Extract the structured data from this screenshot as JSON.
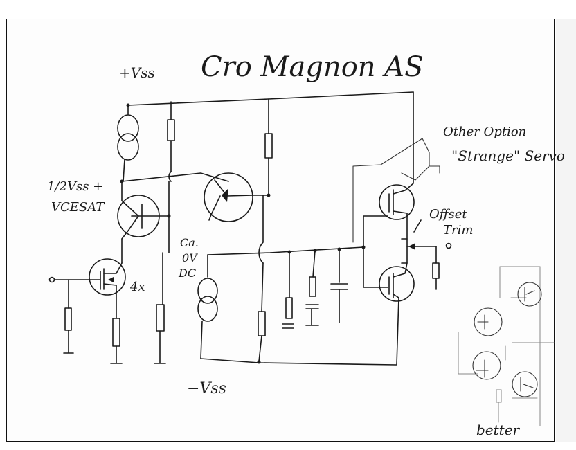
{
  "title": "Cro Magnon AS",
  "labels": {
    "vss_pos": "+Vss",
    "vss_neg": "−Vss",
    "half_vss_line1": "1/2Vss +",
    "half_vss_line2": "VCESAT",
    "multiplier": "4x",
    "ca_line1": "Ca.",
    "ca_line2": "0V",
    "ca_line3": "DC",
    "other_option_line1": "Other Option",
    "other_option_line2": "\"Strange\" Servo",
    "offset_trim_line1": "Offset",
    "offset_trim_line2": "Trim",
    "better": "better"
  }
}
